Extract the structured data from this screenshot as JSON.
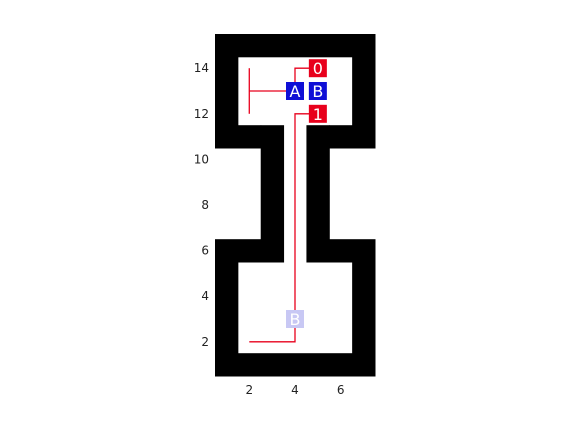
{
  "chart_data": {
    "type": "grid-map",
    "x_ticks": [
      "2",
      "4",
      "6"
    ],
    "y_ticks": [
      "2",
      "4",
      "6",
      "8",
      "10",
      "12",
      "14"
    ],
    "xlim": [
      0.5,
      7.5
    ],
    "ylim": [
      0.5,
      15.5
    ],
    "walls": [
      {
        "x0": 0.5,
        "x1": 7.5,
        "y0": 14.5,
        "y1": 15.5
      },
      {
        "x0": 0.5,
        "x1": 7.5,
        "y0": 0.5,
        "y1": 1.5
      },
      {
        "x0": 0.5,
        "x1": 1.5,
        "y0": 11.5,
        "y1": 15.5
      },
      {
        "x0": 6.5,
        "x1": 7.5,
        "y0": 11.5,
        "y1": 15.5
      },
      {
        "x0": 0.5,
        "x1": 1.5,
        "y0": 0.5,
        "y1": 5.5
      },
      {
        "x0": 6.5,
        "x1": 7.5,
        "y0": 0.5,
        "y1": 5.5
      },
      {
        "x0": 0.5,
        "x1": 2.5,
        "y0": 10.5,
        "y1": 11.5
      },
      {
        "x0": 5.5,
        "x1": 7.5,
        "y0": 10.5,
        "y1": 11.5
      },
      {
        "x0": 0.5,
        "x1": 2.5,
        "y0": 5.5,
        "y1": 6.5
      },
      {
        "x0": 5.5,
        "x1": 7.5,
        "y0": 5.5,
        "y1": 6.5
      },
      {
        "x0": 2.5,
        "x1": 3.5,
        "y0": 5.5,
        "y1": 11.5
      },
      {
        "x0": 4.5,
        "x1": 5.5,
        "y0": 5.5,
        "y1": 11.5
      }
    ],
    "paths": [
      {
        "points": [
          [
            2,
            14
          ],
          [
            2,
            12
          ]
        ],
        "color": "#e8001c"
      },
      {
        "points": [
          [
            2,
            13
          ],
          [
            4,
            13
          ]
        ],
        "color": "#e8001c"
      },
      {
        "points": [
          [
            4,
            13
          ],
          [
            4,
            14
          ],
          [
            5,
            14
          ]
        ],
        "color": "#e8001c"
      },
      {
        "points": [
          [
            5,
            12
          ],
          [
            4,
            12
          ],
          [
            4,
            2
          ],
          [
            2,
            2
          ]
        ],
        "color": "#e8001c"
      }
    ],
    "markers": [
      {
        "label": "0",
        "x": 5,
        "y": 14,
        "color": "#e8001c",
        "text_color": "#ffffff"
      },
      {
        "label": "A",
        "x": 4,
        "y": 13,
        "color": "#0f0fd6",
        "text_color": "#ffffff"
      },
      {
        "label": "B",
        "x": 5,
        "y": 13,
        "color": "#0f0fd6",
        "text_color": "#ffffff"
      },
      {
        "label": "1",
        "x": 5,
        "y": 12,
        "color": "#e8001c",
        "text_color": "#ffffff"
      },
      {
        "label": "B",
        "x": 4,
        "y": 3,
        "color": "#c8c8f4",
        "text_color": "#ffffff"
      }
    ]
  }
}
